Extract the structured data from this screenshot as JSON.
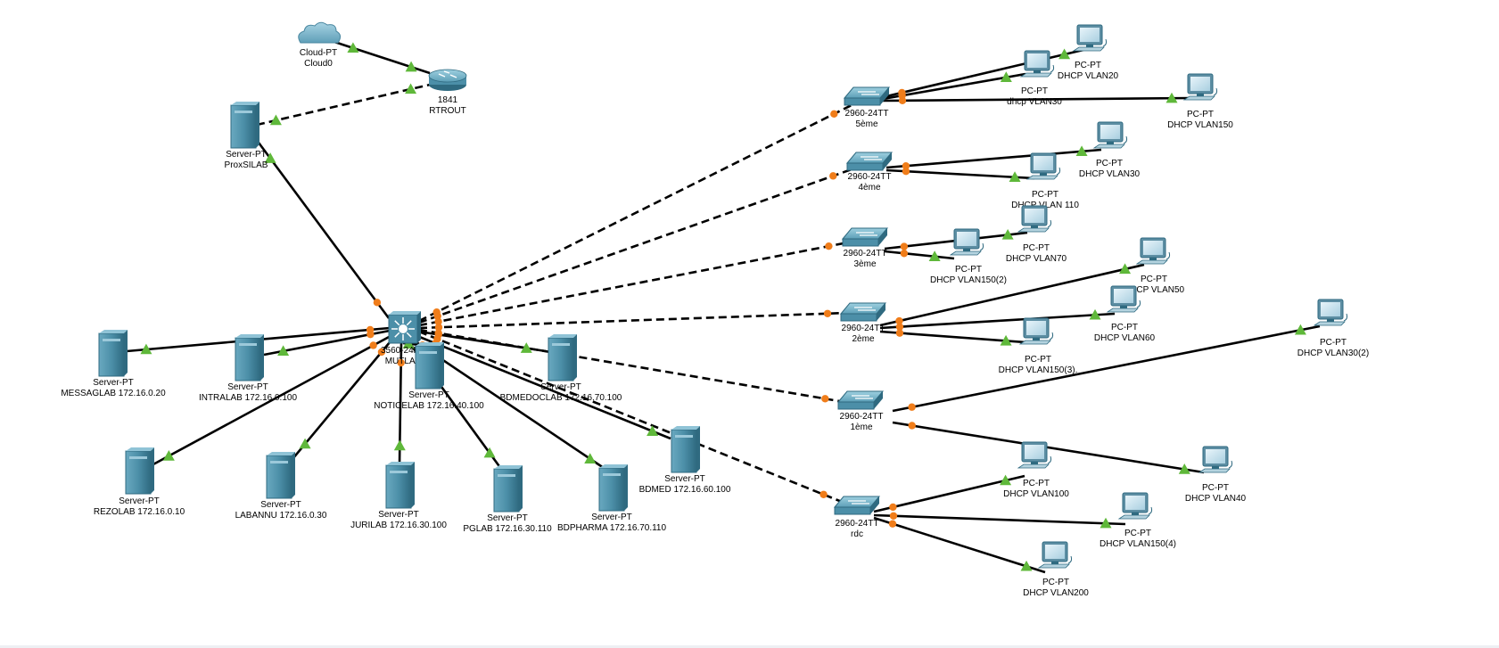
{
  "colors": {
    "link": "#000000",
    "link_up": "#5fb83a",
    "link_pending": "#f07d1a",
    "device_body": "#4c8fa8",
    "device_dark": "#2f6a80",
    "device_light": "#8fc3d6"
  },
  "devices": [
    {
      "id": "cloud0",
      "icon": "cloud-icon",
      "label1": "Cloud-PT",
      "label2": "Cloud0"
    },
    {
      "id": "rtrout",
      "icon": "router-icon",
      "label1": "1841",
      "label2": "RTROUT"
    },
    {
      "id": "proxsilab",
      "icon": "server-icon",
      "label1": "Server-PT",
      "label2": "ProxSILAB"
    },
    {
      "id": "mutlab",
      "icon": "multilayer-switch-icon",
      "label1": "3560-24PS",
      "label2": "MUTLAB"
    },
    {
      "id": "messaglab",
      "icon": "server-icon",
      "label1": "Server-PT",
      "label2": "MESSAGLAB 172.16.0.20"
    },
    {
      "id": "intralab",
      "icon": "server-icon",
      "label1": "Server-PT",
      "label2": "INTRALAB 172.16.0.100"
    },
    {
      "id": "noticelab",
      "icon": "server-icon",
      "label1": "Server-PT",
      "label2": "NOTICELAB 172.16.40.100"
    },
    {
      "id": "bdmedoclab",
      "icon": "server-icon",
      "label1": "Server-PT",
      "label2": "BDMEDOCLAB 172.16.70.100"
    },
    {
      "id": "rezolab",
      "icon": "server-icon",
      "label1": "Server-PT",
      "label2": "REZOLAB 172.16.0.10"
    },
    {
      "id": "labannu",
      "icon": "server-icon",
      "label1": "Server-PT",
      "label2": "LABANNU 172.16.0.30"
    },
    {
      "id": "jurilab",
      "icon": "server-icon",
      "label1": "Server-PT",
      "label2": "JURILAB 172.16.30.100"
    },
    {
      "id": "pglab",
      "icon": "server-icon",
      "label1": "Server-PT",
      "label2": "PGLAB 172.16.30.110"
    },
    {
      "id": "bdpharma",
      "icon": "server-icon",
      "label1": "Server-PT",
      "label2": "BDPHARMA 172.16.70.110"
    },
    {
      "id": "bdmed",
      "icon": "server-icon",
      "label1": "Server-PT",
      "label2": "BDMED 172.16.60.100"
    },
    {
      "id": "sw5",
      "icon": "switch-icon",
      "label1": "2960-24TT",
      "label2": "5ème"
    },
    {
      "id": "sw4",
      "icon": "switch-icon",
      "label1": "2960-24TT",
      "label2": "4ème"
    },
    {
      "id": "sw3",
      "icon": "switch-icon",
      "label1": "2960-24TT",
      "label2": "3ème"
    },
    {
      "id": "sw2",
      "icon": "switch-icon",
      "label1": "2960-24TT",
      "label2": "2ème"
    },
    {
      "id": "sw1",
      "icon": "switch-icon",
      "label1": "2960-24TT",
      "label2": "1ème"
    },
    {
      "id": "swrdc",
      "icon": "switch-icon",
      "label1": "2960-24TT",
      "label2": "rdc"
    },
    {
      "id": "pc_v20",
      "icon": "pc-icon",
      "label1": "PC-PT",
      "label2": "DHCP VLAN20"
    },
    {
      "id": "pc_v30a",
      "icon": "pc-icon",
      "label1": "PC-PT",
      "label2": "dhcp VLAN30"
    },
    {
      "id": "pc_v150",
      "icon": "pc-icon",
      "label1": "PC-PT",
      "label2": "DHCP VLAN150"
    },
    {
      "id": "pc_v30b",
      "icon": "pc-icon",
      "label1": "PC-PT",
      "label2": "DHCP VLAN30"
    },
    {
      "id": "pc_v110",
      "icon": "pc-icon",
      "label1": "PC-PT",
      "label2": "DHCP VLAN 110"
    },
    {
      "id": "pc_v70",
      "icon": "pc-icon",
      "label1": "PC-PT",
      "label2": "DHCP VLAN70"
    },
    {
      "id": "pc_v150_2",
      "icon": "pc-icon",
      "label1": "PC-PT",
      "label2": "DHCP VLAN150(2)"
    },
    {
      "id": "pc_v50",
      "icon": "pc-icon",
      "label1": "PC-PT",
      "label2": "DHCP VLAN50"
    },
    {
      "id": "pc_v60",
      "icon": "pc-icon",
      "label1": "PC-PT",
      "label2": "DHCP VLAN60"
    },
    {
      "id": "pc_v150_3",
      "icon": "pc-icon",
      "label1": "PC-PT",
      "label2": "DHCP VLAN150(3)."
    },
    {
      "id": "pc_v30_2",
      "icon": "pc-icon",
      "label1": "PC-PT",
      "label2": "DHCP VLAN30(2)"
    },
    {
      "id": "pc_v40",
      "icon": "pc-icon",
      "label1": "PC-PT",
      "label2": "DHCP VLAN40"
    },
    {
      "id": "pc_v100",
      "icon": "pc-icon",
      "label1": "PC-PT",
      "label2": "DHCP VLAN100"
    },
    {
      "id": "pc_v150_4",
      "icon": "pc-icon",
      "label1": "PC-PT",
      "label2": "DHCP VLAN150(4)"
    },
    {
      "id": "pc_v200",
      "icon": "pc-icon",
      "label1": "PC-PT",
      "label2": "DHCP VLAN200"
    }
  ],
  "links": [
    {
      "from": "cloud0",
      "to": "rtrout",
      "style": "solid",
      "status_from": "up",
      "status_to": "up"
    },
    {
      "from": "proxsilab",
      "to": "rtrout",
      "style": "dashed",
      "status_from": "up",
      "status_to": "up"
    },
    {
      "from": "proxsilab",
      "to": "mutlab",
      "style": "solid",
      "status_from": "up",
      "status_to": "pending"
    },
    {
      "from": "messaglab",
      "to": "mutlab",
      "style": "solid",
      "status_from": "up",
      "status_to": "pending"
    },
    {
      "from": "intralab",
      "to": "mutlab",
      "style": "solid",
      "status_from": "up",
      "status_to": "pending"
    },
    {
      "from": "rezolab",
      "to": "mutlab",
      "style": "solid",
      "status_from": "up",
      "status_to": "pending"
    },
    {
      "from": "labannu",
      "to": "mutlab",
      "style": "solid",
      "status_from": "up",
      "status_to": "pending"
    },
    {
      "from": "jurilab",
      "to": "mutlab",
      "style": "solid",
      "status_from": "up",
      "status_to": "pending"
    },
    {
      "from": "noticelab",
      "to": "mutlab",
      "style": "solid",
      "status_from": "up",
      "status_to": "pending"
    },
    {
      "from": "pglab",
      "to": "mutlab",
      "style": "solid",
      "status_from": "up",
      "status_to": "pending"
    },
    {
      "from": "bdpharma",
      "to": "mutlab",
      "style": "solid",
      "status_from": "up",
      "status_to": "pending"
    },
    {
      "from": "bdmed",
      "to": "mutlab",
      "style": "solid",
      "status_from": "up",
      "status_to": "pending"
    },
    {
      "from": "bdmedoclab",
      "to": "mutlab",
      "style": "solid",
      "status_from": "up",
      "status_to": "pending"
    },
    {
      "from": "mutlab",
      "to": "sw5",
      "style": "dashed",
      "status_from": "pending",
      "status_to": "pending"
    },
    {
      "from": "mutlab",
      "to": "sw4",
      "style": "dashed",
      "status_from": "pending",
      "status_to": "pending"
    },
    {
      "from": "mutlab",
      "to": "sw3",
      "style": "dashed",
      "status_from": "pending",
      "status_to": "pending"
    },
    {
      "from": "mutlab",
      "to": "sw2",
      "style": "dashed",
      "status_from": "pending",
      "status_to": "pending"
    },
    {
      "from": "mutlab",
      "to": "sw1",
      "style": "dashed",
      "status_from": "pending",
      "status_to": "pending"
    },
    {
      "from": "mutlab",
      "to": "swrdc",
      "style": "dashed",
      "status_from": "pending",
      "status_to": "pending"
    },
    {
      "from": "sw5",
      "to": "pc_v20",
      "style": "solid",
      "status_from": "pending",
      "status_to": "up"
    },
    {
      "from": "sw5",
      "to": "pc_v30a",
      "style": "solid",
      "status_from": "pending",
      "status_to": "up"
    },
    {
      "from": "sw5",
      "to": "pc_v150",
      "style": "solid",
      "status_from": "pending",
      "status_to": "up"
    },
    {
      "from": "sw4",
      "to": "pc_v30b",
      "style": "solid",
      "status_from": "pending",
      "status_to": "up"
    },
    {
      "from": "sw4",
      "to": "pc_v110",
      "style": "solid",
      "status_from": "pending",
      "status_to": "up"
    },
    {
      "from": "sw3",
      "to": "pc_v70",
      "style": "solid",
      "status_from": "pending",
      "status_to": "up"
    },
    {
      "from": "sw3",
      "to": "pc_v150_2",
      "style": "solid",
      "status_from": "pending",
      "status_to": "up"
    },
    {
      "from": "sw2",
      "to": "pc_v50",
      "style": "solid",
      "status_from": "pending",
      "status_to": "up"
    },
    {
      "from": "sw2",
      "to": "pc_v60",
      "style": "solid",
      "status_from": "pending",
      "status_to": "up"
    },
    {
      "from": "sw2",
      "to": "pc_v150_3",
      "style": "solid",
      "status_from": "pending",
      "status_to": "up"
    },
    {
      "from": "sw1",
      "to": "pc_v30_2",
      "style": "solid",
      "status_from": "pending",
      "status_to": "up"
    },
    {
      "from": "sw1",
      "to": "pc_v40",
      "style": "solid",
      "status_from": "pending",
      "status_to": "up"
    },
    {
      "from": "swrdc",
      "to": "pc_v100",
      "style": "solid",
      "status_from": "pending",
      "status_to": "up"
    },
    {
      "from": "swrdc",
      "to": "pc_v150_4",
      "style": "solid",
      "status_from": "pending",
      "status_to": "up"
    },
    {
      "from": "swrdc",
      "to": "pc_v200",
      "style": "solid",
      "status_from": "pending",
      "status_to": "up"
    }
  ]
}
